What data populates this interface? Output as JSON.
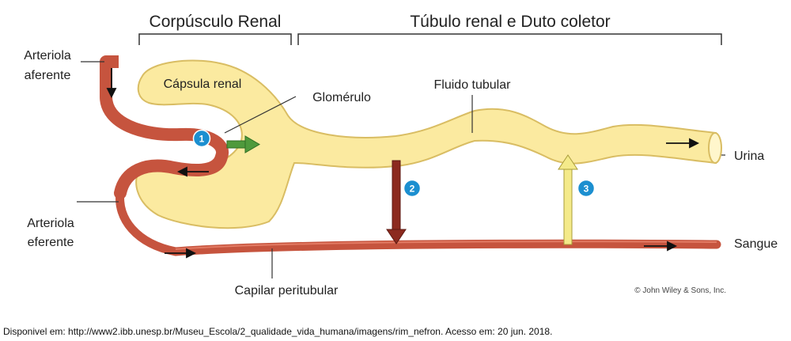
{
  "headers": {
    "renal_corpuscle": "Corpúsculo Renal",
    "tubule_duct": "Túbulo renal e Duto coletor"
  },
  "labels": {
    "afferent_line1": "Arteriola",
    "afferent_line2": "aferente",
    "efferent_line1": "Arteriola",
    "efferent_line2": "eferente",
    "capsule": "Cápsula renal",
    "glomerulus": "Glomérulo",
    "tubular_fluid": "Fluido tubular",
    "urine": "Urina",
    "blood": "Sangue",
    "peritubular": "Capilar peritubular"
  },
  "steps": [
    "1",
    "2",
    "3"
  ],
  "copyright": "© John Wiley & Sons, Inc.",
  "caption": "Disponivel em: http://www2.ibb.unesp.br/Museu_Escola/2_qualidade_vida_humana/imagens/rim_nefron.  Acesso em: 20 jun. 2018.",
  "colors": {
    "tubule_fill": "#fbeaa0",
    "tubule_stroke": "#d9bd63",
    "vessel": "#c6543e",
    "vessel_dark": "#8e2f22",
    "filtration_arrow": "#4f9a3c",
    "reabsorption_arrow": "#8c2a1f",
    "secretion_arrow": "#f4ea8a",
    "badge": "#1c8fd0"
  }
}
